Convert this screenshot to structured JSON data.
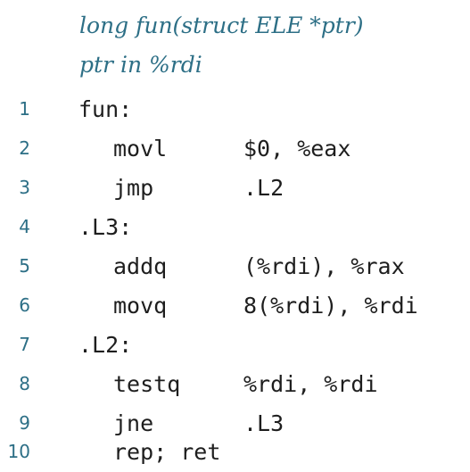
{
  "comments": [
    "long fun(struct ELE *ptr)",
    "ptr in %rdi"
  ],
  "lines": [
    {
      "no": "1",
      "label": "fun:",
      "instr": "",
      "operands": ""
    },
    {
      "no": "2",
      "label": "",
      "instr": "movl",
      "operands": "$0, %eax"
    },
    {
      "no": "3",
      "label": "",
      "instr": "jmp",
      "operands": ".L2"
    },
    {
      "no": "4",
      "label": ".L3:",
      "instr": "",
      "operands": ""
    },
    {
      "no": "5",
      "label": "",
      "instr": "addq",
      "operands": "(%rdi), %rax"
    },
    {
      "no": "6",
      "label": "",
      "instr": "movq",
      "operands": "8(%rdi), %rdi"
    },
    {
      "no": "7",
      "label": ".L2:",
      "instr": "",
      "operands": ""
    },
    {
      "no": "8",
      "label": "",
      "instr": "testq",
      "operands": "%rdi, %rdi"
    },
    {
      "no": "9",
      "label": "",
      "instr": "jne",
      "operands": ".L3"
    },
    {
      "no": "10",
      "label": "",
      "instr": "rep; ret",
      "operands": ""
    }
  ],
  "colors": {
    "comment": "#2d6f86",
    "line_number": "#2d6f86",
    "code": "#1e1e1e"
  }
}
